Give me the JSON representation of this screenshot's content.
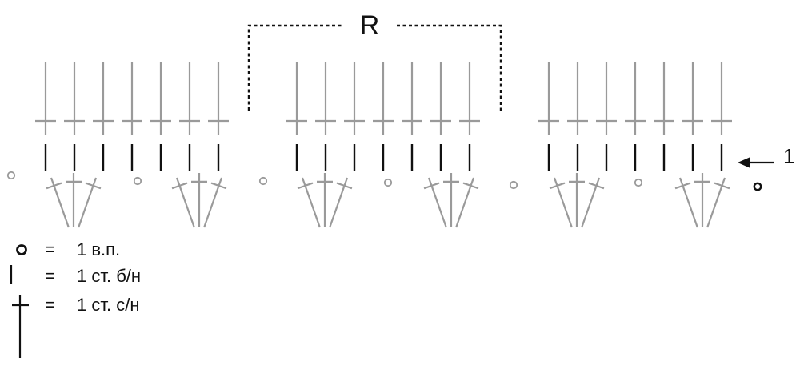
{
  "repeat_label": "R",
  "row_marker": {
    "label": "1",
    "icon": "arrow-left-icon"
  },
  "legend": [
    {
      "symbol": "chain-circle-icon",
      "equals": "=",
      "text": "1 в.п."
    },
    {
      "symbol": "short-bar-icon",
      "equals": "=",
      "text": "1 ст. б/н"
    },
    {
      "symbol": "tall-crossed-stitch-icon",
      "equals": "=",
      "text": "1 ст. с/н"
    }
  ],
  "colors": {
    "stitch_gray": "#9a9a9a",
    "ink": "#111111",
    "background": "#ffffff"
  }
}
